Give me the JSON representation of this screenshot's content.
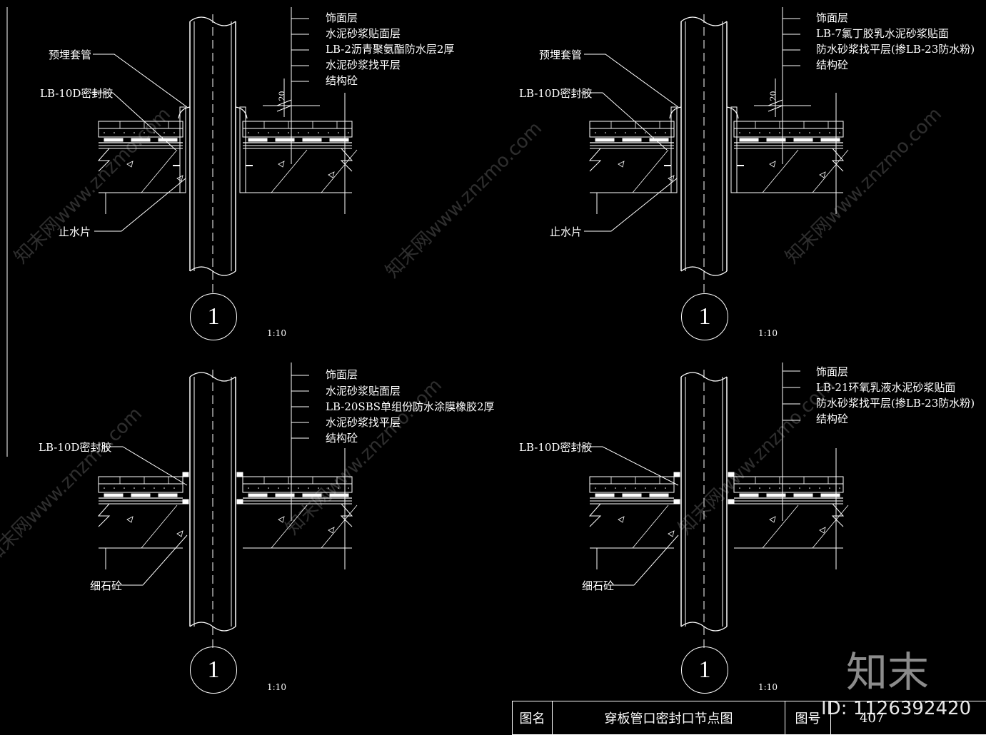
{
  "details": [
    {
      "layers": [
        "饰面层",
        "水泥砂浆贴面层",
        "LB-2沥青聚氨酯防水层2厚",
        "水泥砂浆找平层",
        "结构砼"
      ],
      "callouts": [
        "预埋套管",
        "LB-10D密封胶",
        "止水片"
      ],
      "dimension": "20",
      "number": "1",
      "scale": "1:10"
    },
    {
      "layers": [
        "饰面层",
        "LB-7氯丁胶乳水泥砂浆贴面",
        "防水砂浆找平层(掺LB-23防水粉)",
        "结构砼"
      ],
      "callouts": [
        "预埋套管",
        "LB-10D密封胶",
        "止水片"
      ],
      "dimension": "20",
      "number": "1",
      "scale": "1:10"
    },
    {
      "layers": [
        "饰面层",
        "水泥砂浆贴面层",
        "LB-20SBS单组份防水涂膜橡胶2厚",
        "水泥砂浆找平层",
        "结构砼"
      ],
      "callouts": [
        "LB-10D密封胶",
        "细石砼"
      ],
      "number": "1",
      "scale": "1:10"
    },
    {
      "layers": [
        "饰面层",
        "LB-21环氧乳液水泥砂浆贴面",
        "防水砂浆找平层(掺LB-23防水粉)",
        "结构砼"
      ],
      "callouts": [
        "LB-10D密封胶",
        "细石砼"
      ],
      "number": "1",
      "scale": "1:10"
    }
  ],
  "titleblock": {
    "name_label": "图名",
    "name": "穿板管口密封口节点图",
    "number_label": "图号",
    "number": "407"
  },
  "watermark": {
    "site": "知末网www.znzmo.com",
    "brand": "知末",
    "id": "ID: 1126392420"
  }
}
